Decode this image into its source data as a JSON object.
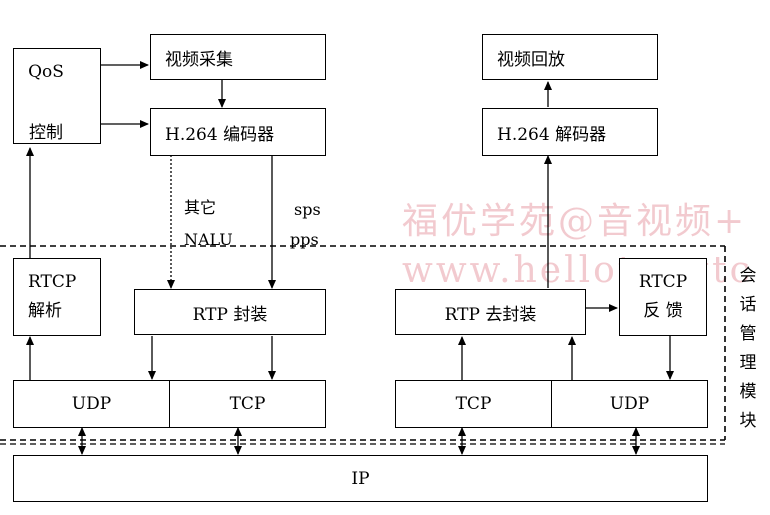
{
  "boxes": {
    "qos_line1": "QoS",
    "qos_line2": "控制",
    "video_capture": "视频采集",
    "h264_encoder": "H.264 编码器",
    "rtcp_parse_line1": "RTCP",
    "rtcp_parse_line2": "解析",
    "rtp_pack": "RTP 封装",
    "udp_left": "UDP",
    "tcp_left": "TCP",
    "video_playback": "视频回放",
    "h264_decoder": "H.264 解码器",
    "rtp_unpack": "RTP 去封装",
    "rtcp_feedback_line1": "RTCP",
    "rtcp_feedback_line2": "反 馈",
    "tcp_right": "TCP",
    "udp_right": "UDP",
    "ip": "IP"
  },
  "labels": {
    "other_line1": "其它",
    "other_line2": "NALU",
    "sps": "sps",
    "pps": "pps"
  },
  "session_module": [
    "会",
    "话",
    "管",
    "理",
    "模",
    "块"
  ],
  "watermark": {
    "line1": "福优学苑@音视频+",
    "line2": "www.hellotongtc"
  }
}
